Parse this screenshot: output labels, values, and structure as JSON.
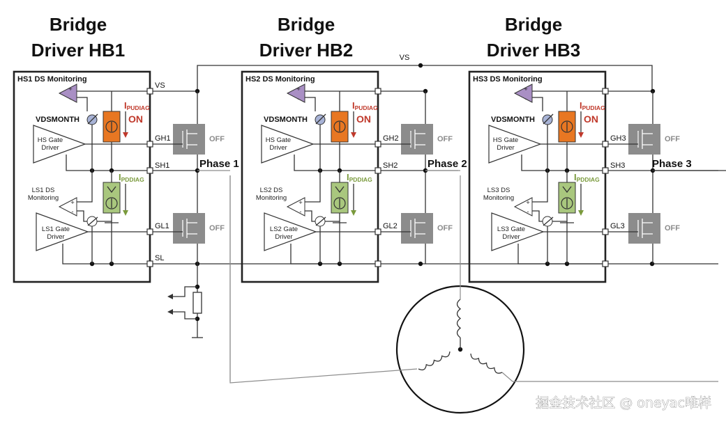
{
  "drivers": [
    {
      "title_line1": "Bridge",
      "title_line2": "Driver HB1",
      "monitor_title": "HS1 DS Monitoring",
      "gh": "GH1",
      "sh": "SH1",
      "gl": "GL1",
      "ls_mon": "LS1 DS\nMonitoring",
      "hs_gate": "HS Gate\nDriver",
      "ls_gate": "LS1 Gate\nDriver",
      "phase": "Phase 1",
      "show_vs": true,
      "show_sl": true
    },
    {
      "title_line1": "Bridge",
      "title_line2": "Driver HB2",
      "monitor_title": "HS2 DS Monitoring",
      "gh": "GH2",
      "sh": "SH2",
      "gl": "GL2",
      "ls_mon": "LS2 DS\nMonitoring",
      "hs_gate": "HS Gate\nDriver",
      "ls_gate": "LS2 Gate\nDriver",
      "phase": "Phase 2",
      "show_vs": false,
      "show_sl": false
    },
    {
      "title_line1": "Bridge",
      "title_line2": "Driver HB3",
      "monitor_title": "HS3 DS Monitoring",
      "gh": "GH3",
      "sh": "SH3",
      "gl": "GL3",
      "ls_mon": "LS3 DS\nMonitoring",
      "hs_gate": "HS Gate\nDriver",
      "ls_gate": "LS3 Gate\nDriver",
      "phase": "Phase 3",
      "show_vs": false,
      "show_sl": false
    }
  ],
  "labels": {
    "vs_pin": "VS",
    "sl_pin": "SL",
    "vs_rail": "VS",
    "vdsmonth": "VDSMONTH",
    "ipudiag_main": "I",
    "ipudiag_sub": "PUDIAG",
    "ipddiag_main": "I",
    "ipddiag_sub": "PDDIAG",
    "on_state": "ON",
    "off_state": "OFF",
    "comp_plus": "+",
    "comp_minus": "-"
  },
  "watermark": "掘金技术社区 @ oneyac唯样",
  "colors": {
    "pullup_source": "#e87722",
    "pulldown_source": "#a9c77e",
    "comparator": "#a98fc4",
    "mosfet": "#8c8c8c",
    "ipudiag_text": "#c0392b",
    "ipddiag_text": "#7a9a3c"
  }
}
